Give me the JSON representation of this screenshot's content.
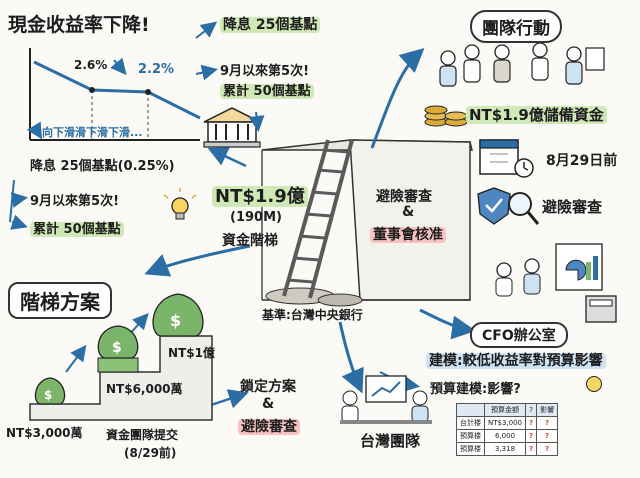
{
  "top_left": {
    "title": "現金收益率下降!",
    "rate_high": "2.6%",
    "rate_low": "2.2%",
    "slide_note": "向下滑滑下滑下滑...",
    "cut_a": "降息 25個基點",
    "cut_b": "9月以來第5次!",
    "cut_c": "累計 50個基點"
  },
  "left_mid": {
    "line1": "降息 25個基點(0.25%)",
    "line2": "9月以來第5次!",
    "line3": "累計 50個基點"
  },
  "center": {
    "amount": "NT$1.9億",
    "amount_en": "(190M)",
    "label": "資金階梯",
    "review": "避險審查",
    "amp": "&",
    "board": "董事會核准",
    "benchmark": "基準:台灣中央銀行"
  },
  "team_action": {
    "title": "團隊行動",
    "reserve": "NT$1.9億儲備資金",
    "deadline": "8月29日前",
    "hedge": "避險審查"
  },
  "ladder_plan": {
    "title": "階梯方案",
    "tier1": "NT$3,000萬",
    "tier2": "NT$6,000萬",
    "tier3": "NT$1億",
    "submit": "資金團隊提交",
    "submit_date": "(8/29前)",
    "lock": "鎖定方案",
    "amp": "&",
    "review": "避險審查"
  },
  "cfo": {
    "title": "CFO辦公室",
    "model": "建模:較低收益率對預算影響",
    "budget_q": "預算建模:影響?"
  },
  "budget_table": {
    "headers": [
      "",
      "預算金額",
      "?",
      "影響"
    ],
    "rows": [
      [
        "台計楼",
        "NT$3,000",
        "?",
        "?"
      ],
      [
        "預算楼",
        "6,000",
        "?",
        "?"
      ],
      [
        "預算楼",
        "3,318",
        "?",
        "?"
      ]
    ]
  },
  "taiwan_team": {
    "label": "台灣團隊"
  },
  "colors": {
    "blue_arrow": "#2b6ea6",
    "highlight_green": "#cfe9b6",
    "highlight_red": "#f6c3c0",
    "money_green": "#7ab56a",
    "gold": "#d9a93a"
  }
}
